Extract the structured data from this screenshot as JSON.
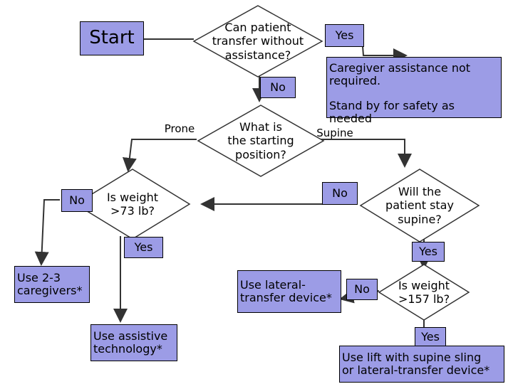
{
  "start": "Start",
  "q_transfer": "Can patient\ntransfer without\nassistance?",
  "yes_top": "Yes",
  "caregiver_box": "Caregiver assistance not\nrequired.",
  "stand_by": "Stand by for safety as needed",
  "no_top": "No",
  "q_position": "What is\nthe starting\nposition?",
  "prone": "Prone",
  "supine": "Supine",
  "q_stay_supine": "Will the\npatient stay\nsupine?",
  "no_middle": "No",
  "q_weight_73": "Is weight\n>73 lb?",
  "no_left": "No",
  "yes_left": "Yes",
  "use_2_3": "Use 2-3\ncaregivers*",
  "use_assistive": "Use assistive\ntechnology*",
  "yes_right": "Yes",
  "use_lateral": "Use lateral-\ntransfer device*",
  "no_right": "No",
  "q_weight_157": "Is weight\n>157 lb?",
  "yes_bottom": "Yes",
  "use_lift": "Use lift with supine sling\nor lateral-transfer device*",
  "colors": {
    "box_fill": "#9c9ce6",
    "diamond_fill": "#ffffff",
    "line": "#333333"
  }
}
